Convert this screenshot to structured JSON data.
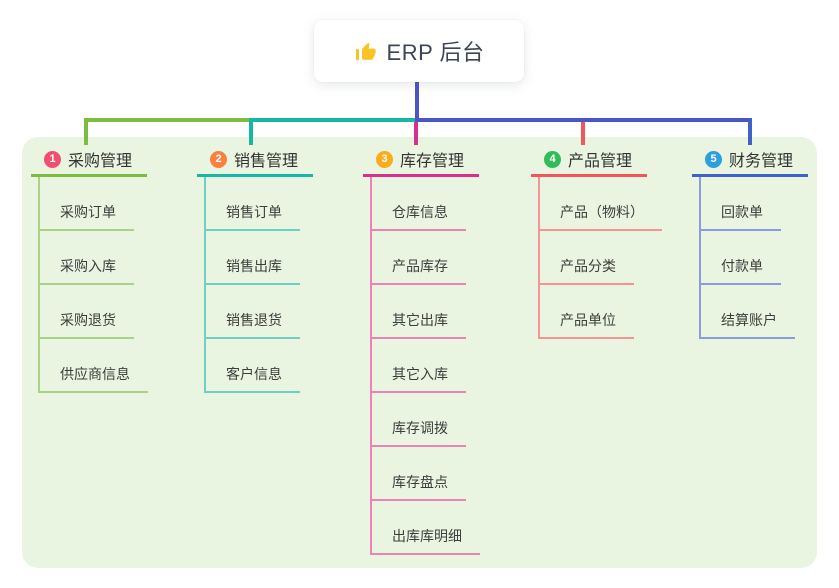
{
  "root": {
    "label": "ERP 后台",
    "icon": "thumbs-up-icon",
    "icon_color": "#f7c325"
  },
  "canvas": {
    "background": "#ffffff",
    "panel_background": "#e9f5e1",
    "card_background": "#ffffff",
    "root_connector_color": "#4956c4",
    "root_text_color": "#3b4656"
  },
  "branches": [
    {
      "badge": "1",
      "badge_color": "#f0506e",
      "title": "采购管理",
      "line_color": "#7cbd3f",
      "child_line_color": "#a8d386",
      "children": [
        "采购订单",
        "采购入库",
        "采购退货",
        "供应商信息"
      ]
    },
    {
      "badge": "2",
      "badge_color": "#f9813f",
      "title": "销售管理",
      "line_color": "#14b8a5",
      "child_line_color": "#6fcfc2",
      "children": [
        "销售订单",
        "销售出库",
        "销售退货",
        "客户信息"
      ]
    },
    {
      "badge": "3",
      "badge_color": "#fbab1c",
      "title": "库存管理",
      "line_color": "#d9308f",
      "child_line_color": "#ec83b8",
      "children": [
        "仓库信息",
        "产品库存",
        "其它出库",
        "其它入库",
        "库存调拨",
        "库存盘点",
        "出库库明细"
      ]
    },
    {
      "badge": "4",
      "badge_color": "#2ebd59",
      "title": "产品管理",
      "line_color": "#f25658",
      "child_line_color": "#f79496",
      "children": [
        "产品（物料）",
        "产品分类",
        "产品单位"
      ]
    },
    {
      "badge": "5",
      "badge_color": "#2d9fdf",
      "title": "财务管理",
      "line_color": "#3f62c9",
      "child_line_color": "#8b9cdc",
      "children": [
        "回款单",
        "付款单",
        "结算账户"
      ]
    }
  ]
}
